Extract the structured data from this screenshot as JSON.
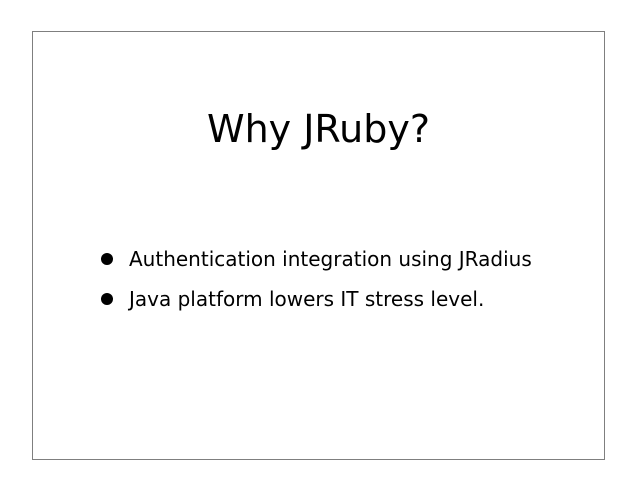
{
  "slide": {
    "title": "Why JRuby?",
    "bullets": [
      "Authentication integration using JRadius",
      "Java platform lowers IT stress level."
    ]
  }
}
